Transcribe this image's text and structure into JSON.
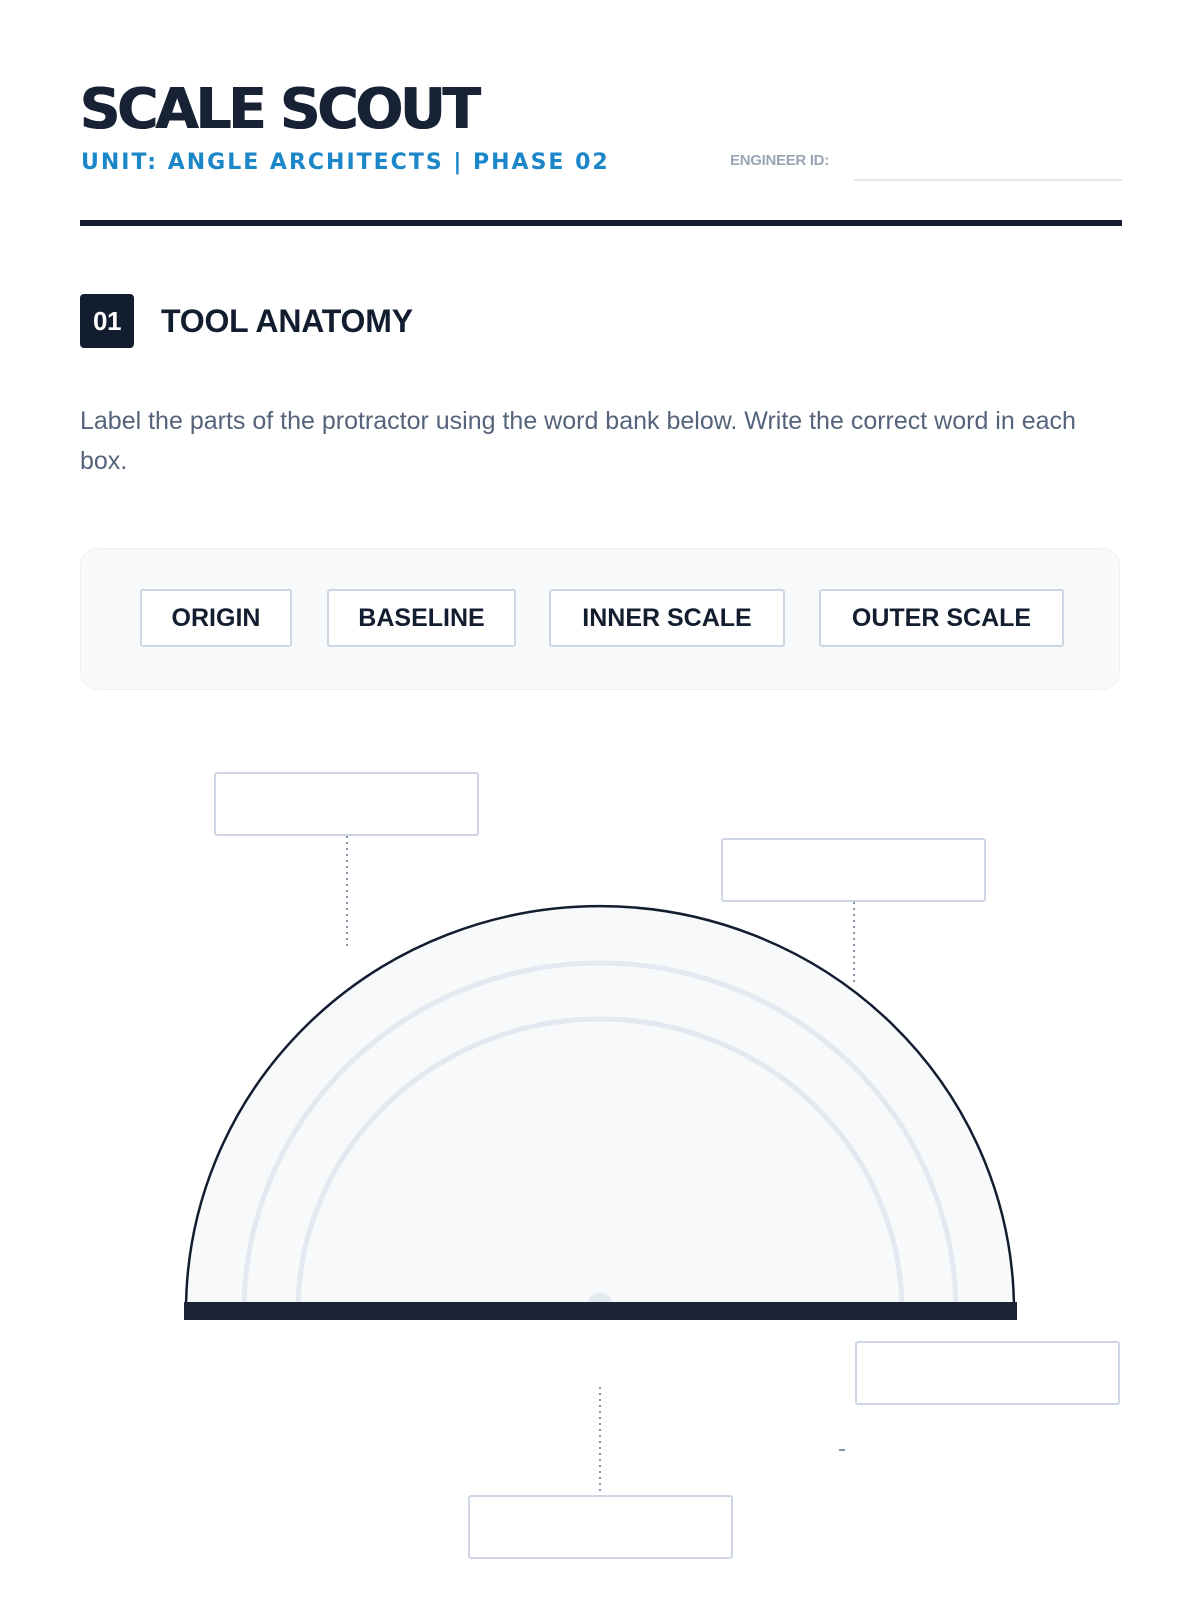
{
  "header": {
    "title": "SCALE SCOUT",
    "unit_line": "UNIT: ANGLE ARCHITECTS | PHASE 02",
    "engineer_label": "ENGINEER ID:",
    "engineer_value": ""
  },
  "section": {
    "number": "01",
    "title": "TOOL ANATOMY",
    "instructions": "Label the parts of the protractor using the word bank below. Write the correct word in each box."
  },
  "word_bank": [
    "ORIGIN",
    "BASELINE",
    "INNER SCALE",
    "OUTER SCALE"
  ],
  "answer_boxes": [
    "",
    "",
    "",
    ""
  ],
  "colors": {
    "ink": "#131d30",
    "accent_blue": "#1b86c8",
    "muted_text": "#55647a",
    "panel_bg": "#f7f9fb",
    "box_border": "#cdd6e2",
    "scale_arc": "#e3e9f1"
  }
}
